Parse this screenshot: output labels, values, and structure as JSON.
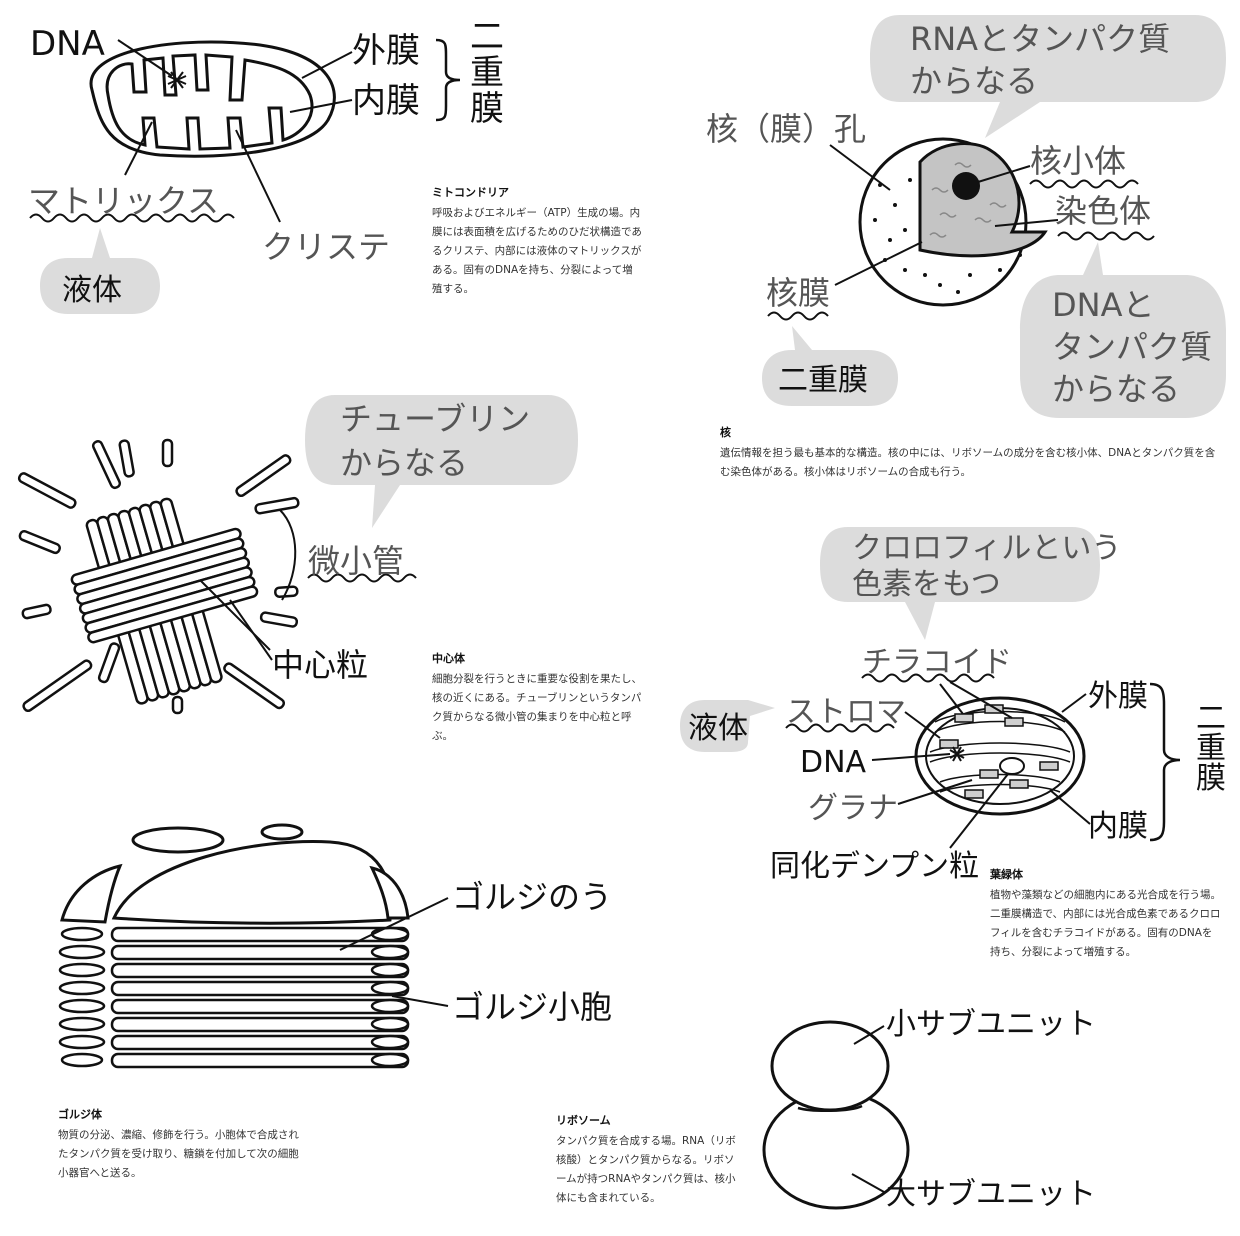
{
  "mitochondria": {
    "dna": "DNA",
    "outer": "外膜",
    "inner": "内膜",
    "double": [
      "二",
      "重",
      "膜"
    ],
    "matrix": "マトリックス",
    "cristae": "クリステ",
    "bubble": "液体",
    "title": "ミトコンドリア",
    "desc": "呼吸およびエネルギー（ATP）生成の場。内膜には表面積を広げるためのひだ状構造であるクリステ、内部には液体のマトリックスがある。固有のDNAを持ち、分裂によって増殖する。"
  },
  "nucleus": {
    "bubble": [
      "RNAとタンパク質",
      "からなる"
    ],
    "pore": "核（膜）孔",
    "nucleolus": "核小体",
    "chromatin": "染色体",
    "envelope": "核膜",
    "env_bubble": "二重膜",
    "chromatin_bubble": [
      "DNAと",
      "タンパク質",
      "からなる"
    ],
    "title": "核",
    "desc": "遺伝情報を担う最も基本的な構造。核の中には、リボソームの成分を含む核小体、DNAとタンパク質を含む染色体がある。核小体はリボソームの合成も行う。"
  },
  "centrosome": {
    "bubble": [
      "チューブリン",
      "からなる"
    ],
    "microtubule": "微小管",
    "centriole": "中心粒",
    "title": "中心体",
    "desc": "細胞分裂を行うときに重要な役割を果たし、核の近くにある。チューブリンというタンパク質からなる微小管の集まりを中心粒と呼ぶ。"
  },
  "chloroplast": {
    "bubble": [
      "クロロフィルという",
      "色素をもつ"
    ],
    "thylakoid": "チラコイド",
    "stroma": "ストロマ",
    "fluid": "液体",
    "dna": "DNA",
    "grana": "グラナ",
    "outer": "外膜",
    "inner": "内膜",
    "double": [
      "二",
      "重",
      "膜"
    ],
    "starch": "同化デンプン粒",
    "title": "葉緑体",
    "desc": "植物や藻類などの細胞内にある光合成を行う場。二重膜構造で、内部には光合成色素であるクロロフィルを含むチラコイドがある。固有のDNAを持ち、分裂によって増殖する。"
  },
  "golgi": {
    "sac": "ゴルジのう",
    "vesicle": "ゴルジ小胞",
    "title": "ゴルジ体",
    "desc": "物質の分泌、濃縮、修飾を行う。小胞体で合成されたタンパク質を受け取り、糖鎖を付加して次の細胞小器官へと送る。"
  },
  "ribosome": {
    "small": "小サブユニット",
    "large": "大サブユニット",
    "title": "リボソーム",
    "desc": "タンパク質を合成する場。RNA（リボ核酸）とタンパク質からなる。リボソームが持つRNAやタンパク質は、核小体にも含まれている。"
  },
  "colors": {
    "bubble": "#dcdcdc",
    "nucleoplasm": "#c4c4c4",
    "line": "#111111"
  }
}
